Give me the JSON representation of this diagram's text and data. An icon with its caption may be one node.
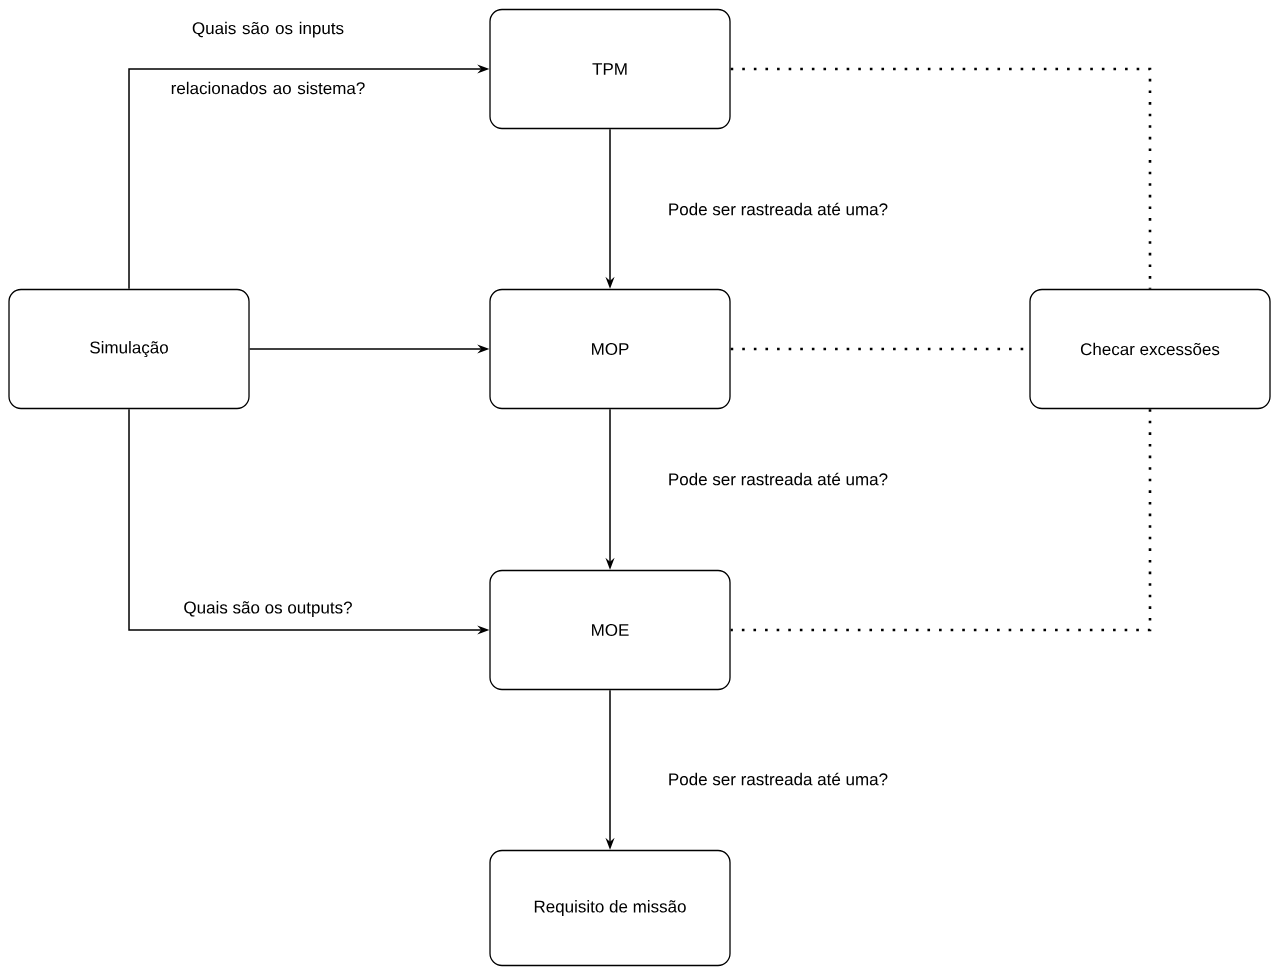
{
  "diagram": {
    "nodes": [
      {
        "text": [
          "TPM"
        ]
      },
      {
        "text": [
          "Simulação"
        ]
      },
      {
        "text": [
          "MOP"
        ]
      },
      {
        "text": [
          "Checar excessões"
        ]
      },
      {
        "text": [
          "MOE"
        ]
      },
      {
        "text": [
          "Requisito de missão"
        ]
      }
    ],
    "edges": [
      {
        "from": 1,
        "to": 0,
        "arrow": "to",
        "label": "Quais são os inputs relacionados ao sistema?"
      },
      {
        "from": 1,
        "to": 2,
        "arrow": "to"
      },
      {
        "from": 1,
        "to": 4,
        "arrow": "to",
        "label": "Quais são os outputs?"
      },
      {
        "from": 0,
        "to": 2,
        "arrow": "to",
        "label": "Pode ser rastreada até uma?"
      },
      {
        "from": 2,
        "to": 4,
        "arrow": "to",
        "label": "Pode ser rastreada até uma?"
      },
      {
        "from": 4,
        "to": 5,
        "arrow": "to",
        "label": "Pode ser rastreada até uma?"
      },
      {
        "from": 0,
        "to": 3,
        "arrow": "none",
        "style": "dashed"
      },
      {
        "from": 2,
        "to": 3,
        "arrow": "none",
        "style": "dashed"
      },
      {
        "from": 3,
        "to": 4,
        "arrow": "none",
        "style": "dashed"
      }
    ]
  }
}
